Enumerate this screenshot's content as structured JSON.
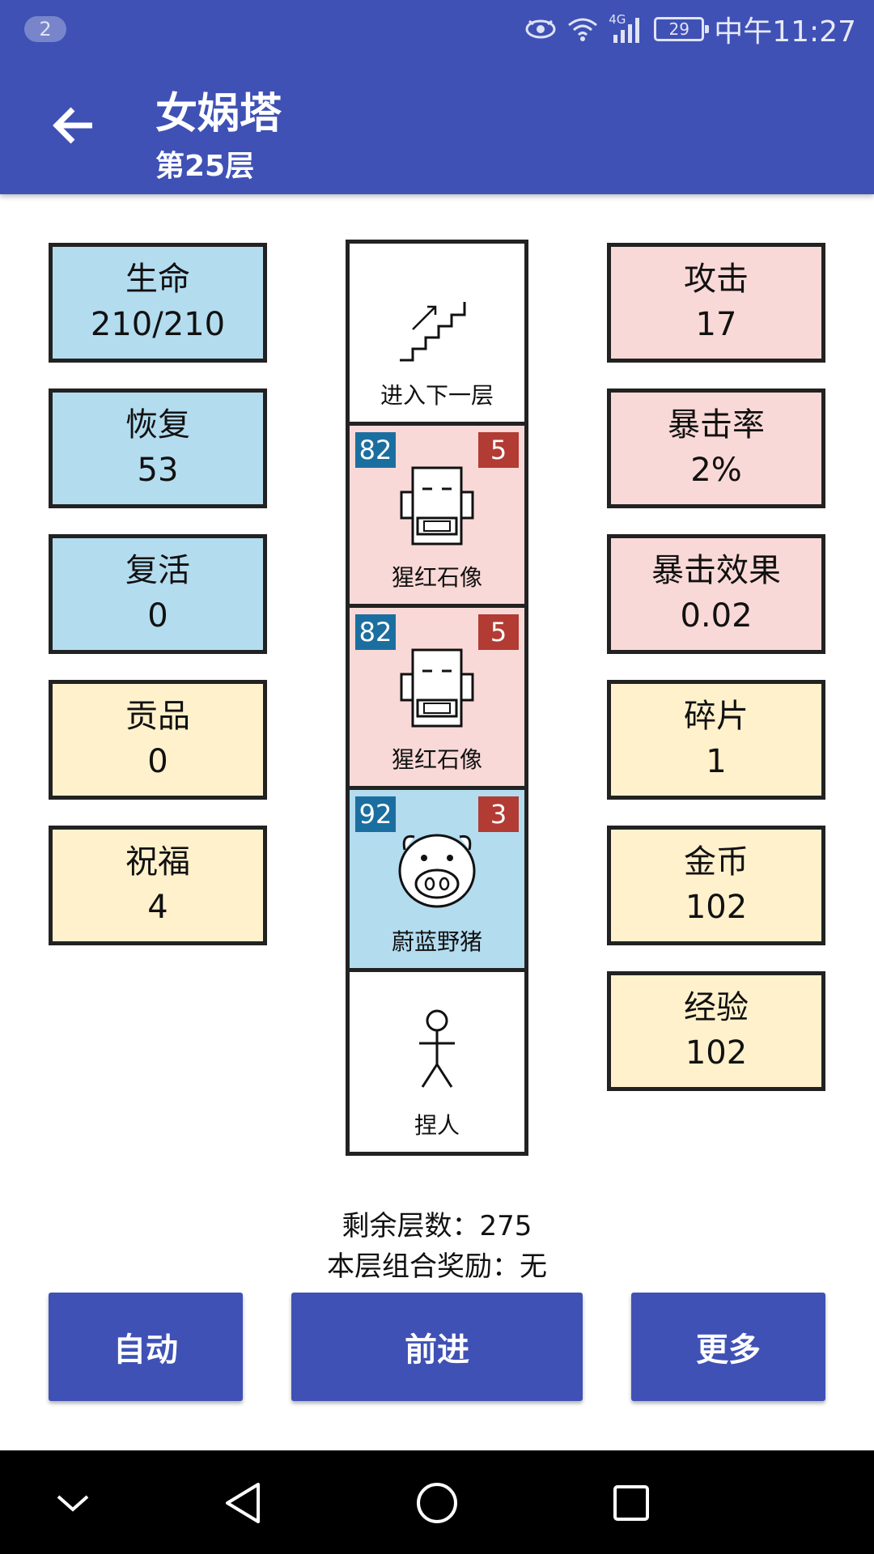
{
  "status_bar": {
    "notification_count": "2",
    "battery": "29",
    "time": "中午11:27",
    "network": "4G",
    "icons": [
      "eye-icon",
      "wifi-icon",
      "signal-icon",
      "battery-icon"
    ]
  },
  "appbar": {
    "title": "女娲塔",
    "subtitle": "第25层",
    "back_icon": "arrow-left-icon"
  },
  "left_stats": [
    {
      "label": "生命",
      "value": "210/210",
      "color": "#b3dcef"
    },
    {
      "label": "恢复",
      "value": "53",
      "color": "#b3dcef"
    },
    {
      "label": "复活",
      "value": "0",
      "color": "#b3dcef"
    },
    {
      "label": "贡品",
      "value": "0",
      "color": "#fff1cc"
    },
    {
      "label": "祝福",
      "value": "4",
      "color": "#fff1cc"
    }
  ],
  "right_stats": [
    {
      "label": "攻击",
      "value": "17",
      "color": "#f9d9d7"
    },
    {
      "label": "暴击率",
      "value": "2%",
      "color": "#f9d9d7"
    },
    {
      "label": "暴击效果",
      "value": "0.02",
      "color": "#f9d9d7"
    },
    {
      "label": "碎片",
      "value": "1",
      "color": "#fff1cc"
    },
    {
      "label": "金币",
      "value": "102",
      "color": "#fff1cc"
    },
    {
      "label": "经验",
      "value": "102",
      "color": "#fff1cc"
    }
  ],
  "tower": [
    {
      "label": "进入下一层",
      "icon": "stairs-icon",
      "bg": "#ffffff"
    },
    {
      "label": "猩红石像",
      "icon": "stone-statue-icon",
      "bg": "#f9d9d7",
      "left_num": "82",
      "right_num": "5"
    },
    {
      "label": "猩红石像",
      "icon": "stone-statue-icon",
      "bg": "#f9d9d7",
      "left_num": "82",
      "right_num": "5"
    },
    {
      "label": "蔚蓝野猪",
      "icon": "boar-icon",
      "bg": "#b3dcef",
      "left_num": "92",
      "right_num": "3"
    },
    {
      "label": "捏人",
      "icon": "stick-figure-icon",
      "bg": "#ffffff"
    }
  ],
  "info": {
    "remaining_floors": "剩余层数：275",
    "floor_reward": "本层组合奖励：无"
  },
  "buttons": {
    "auto": "自动",
    "forward": "前进",
    "more": "更多"
  },
  "nav_bar": [
    "chevron-down-icon",
    "back-triangle-icon",
    "home-circle-icon",
    "recents-square-icon"
  ],
  "colors": {
    "primary": "#3f51b5",
    "badge_blue": "#1b6fa0",
    "badge_red": "#b23b33"
  }
}
